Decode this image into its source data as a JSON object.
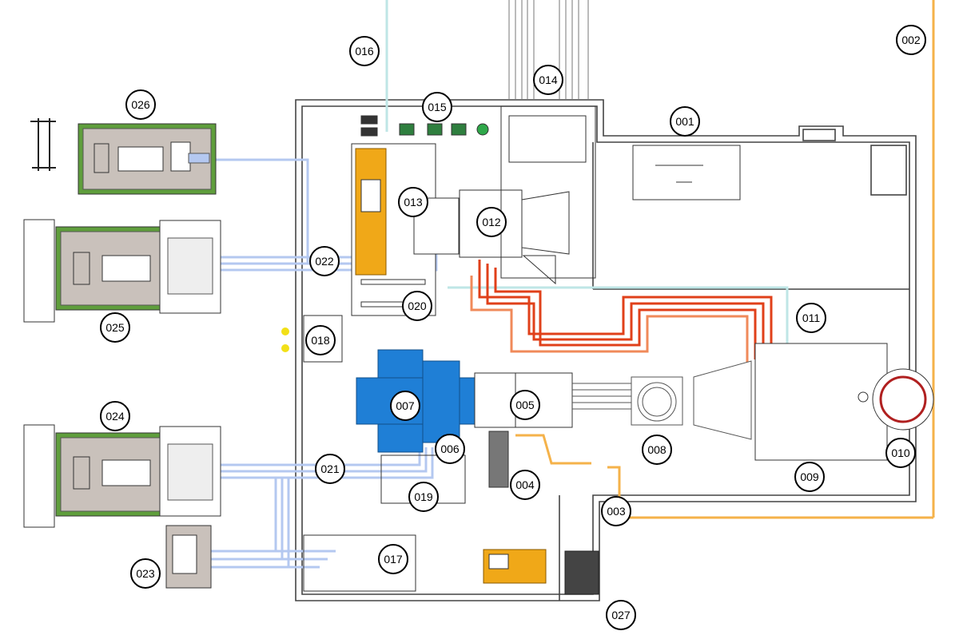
{
  "colors": {
    "wall": "#444444",
    "blue_pipe": "#b4c8f0",
    "red_pipe": "#e0401a",
    "orange_pipe": "#f5b24a",
    "green_pad": "#5f9e3c",
    "gray_pad": "#c9c1bb",
    "blue_module": "#1f7fd6",
    "yellow_rack": "#f0a818",
    "cyan_pipe": "#bfe6e6"
  },
  "callouts": [
    {
      "id": "c001",
      "label": "001"
    },
    {
      "id": "c002",
      "label": "002"
    },
    {
      "id": "c003",
      "label": "003"
    },
    {
      "id": "c004",
      "label": "004"
    },
    {
      "id": "c005",
      "label": "005"
    },
    {
      "id": "c006",
      "label": "006"
    },
    {
      "id": "c007",
      "label": "007"
    },
    {
      "id": "c008",
      "label": "008"
    },
    {
      "id": "c009",
      "label": "009"
    },
    {
      "id": "c010",
      "label": "010"
    },
    {
      "id": "c011",
      "label": "011"
    },
    {
      "id": "c012",
      "label": "012"
    },
    {
      "id": "c013",
      "label": "013"
    },
    {
      "id": "c014",
      "label": "014"
    },
    {
      "id": "c015",
      "label": "015"
    },
    {
      "id": "c016",
      "label": "016"
    },
    {
      "id": "c017",
      "label": "017"
    },
    {
      "id": "c018",
      "label": "018"
    },
    {
      "id": "c019",
      "label": "019"
    },
    {
      "id": "c020",
      "label": "020"
    },
    {
      "id": "c021",
      "label": "021"
    },
    {
      "id": "c022",
      "label": "022"
    },
    {
      "id": "c023",
      "label": "023"
    },
    {
      "id": "c024",
      "label": "024"
    },
    {
      "id": "c025",
      "label": "025"
    },
    {
      "id": "c026",
      "label": "026"
    },
    {
      "id": "c027",
      "label": "027"
    }
  ]
}
